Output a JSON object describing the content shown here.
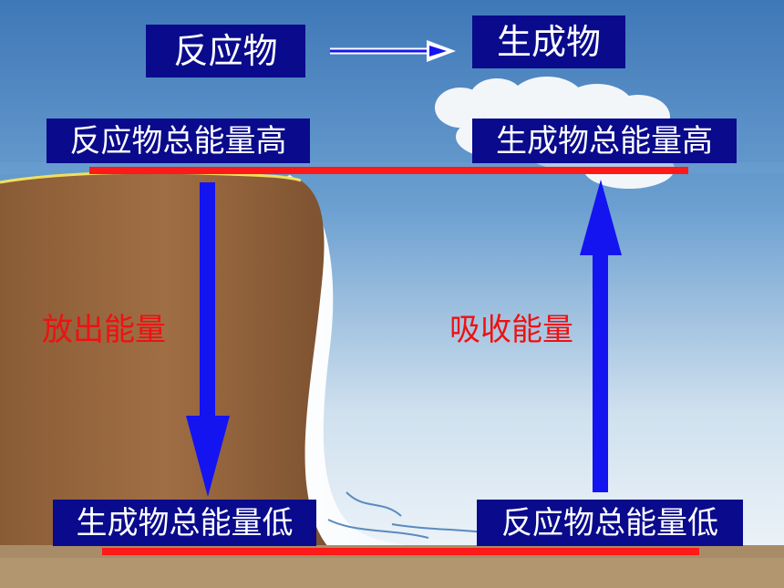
{
  "labels": {
    "reactant": "反应物",
    "product": "生成物",
    "reactant_total_high": "反应物总能量高",
    "product_total_high": "生成物总能量高",
    "product_total_low": "生成物总能量低",
    "reactant_total_low": "反应物总能量低",
    "release_energy": "放出能量",
    "absorb_energy": "吸收能量"
  },
  "colors": {
    "label_bg": "#0a0a8c",
    "label_text": "#ffffff",
    "energy_text": "#ee1111",
    "level_line": "#ff1a1a",
    "arrow": "#1414f0",
    "sky_top": "#3f78b8",
    "sky_bottom": "#f4f8fb",
    "cliff": "#9a6a40"
  },
  "icons": {
    "title_arrow": "right-arrow-icon",
    "release_arrow": "down-arrow-icon",
    "absorb_arrow": "up-arrow-icon"
  }
}
